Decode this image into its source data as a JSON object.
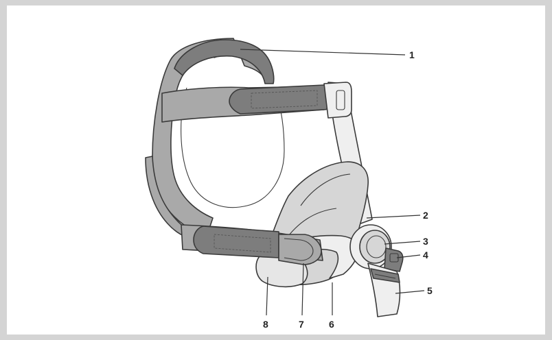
{
  "figure": {
    "callouts": [
      {
        "id": "1",
        "label": "1"
      },
      {
        "id": "2",
        "label": "2"
      },
      {
        "id": "3",
        "label": "3"
      },
      {
        "id": "4",
        "label": "4"
      },
      {
        "id": "5",
        "label": "5"
      },
      {
        "id": "6",
        "label": "6"
      },
      {
        "id": "7",
        "label": "7"
      },
      {
        "id": "8",
        "label": "8"
      }
    ],
    "colors": {
      "background": "#ffffff",
      "frame": "#d4d4d4",
      "strap_dark": "#7d7d7d",
      "strap_mid": "#a9a9a9",
      "cushion": "#d6d6d6",
      "frame_light": "#efefef",
      "outline": "#3a3a3a"
    }
  }
}
